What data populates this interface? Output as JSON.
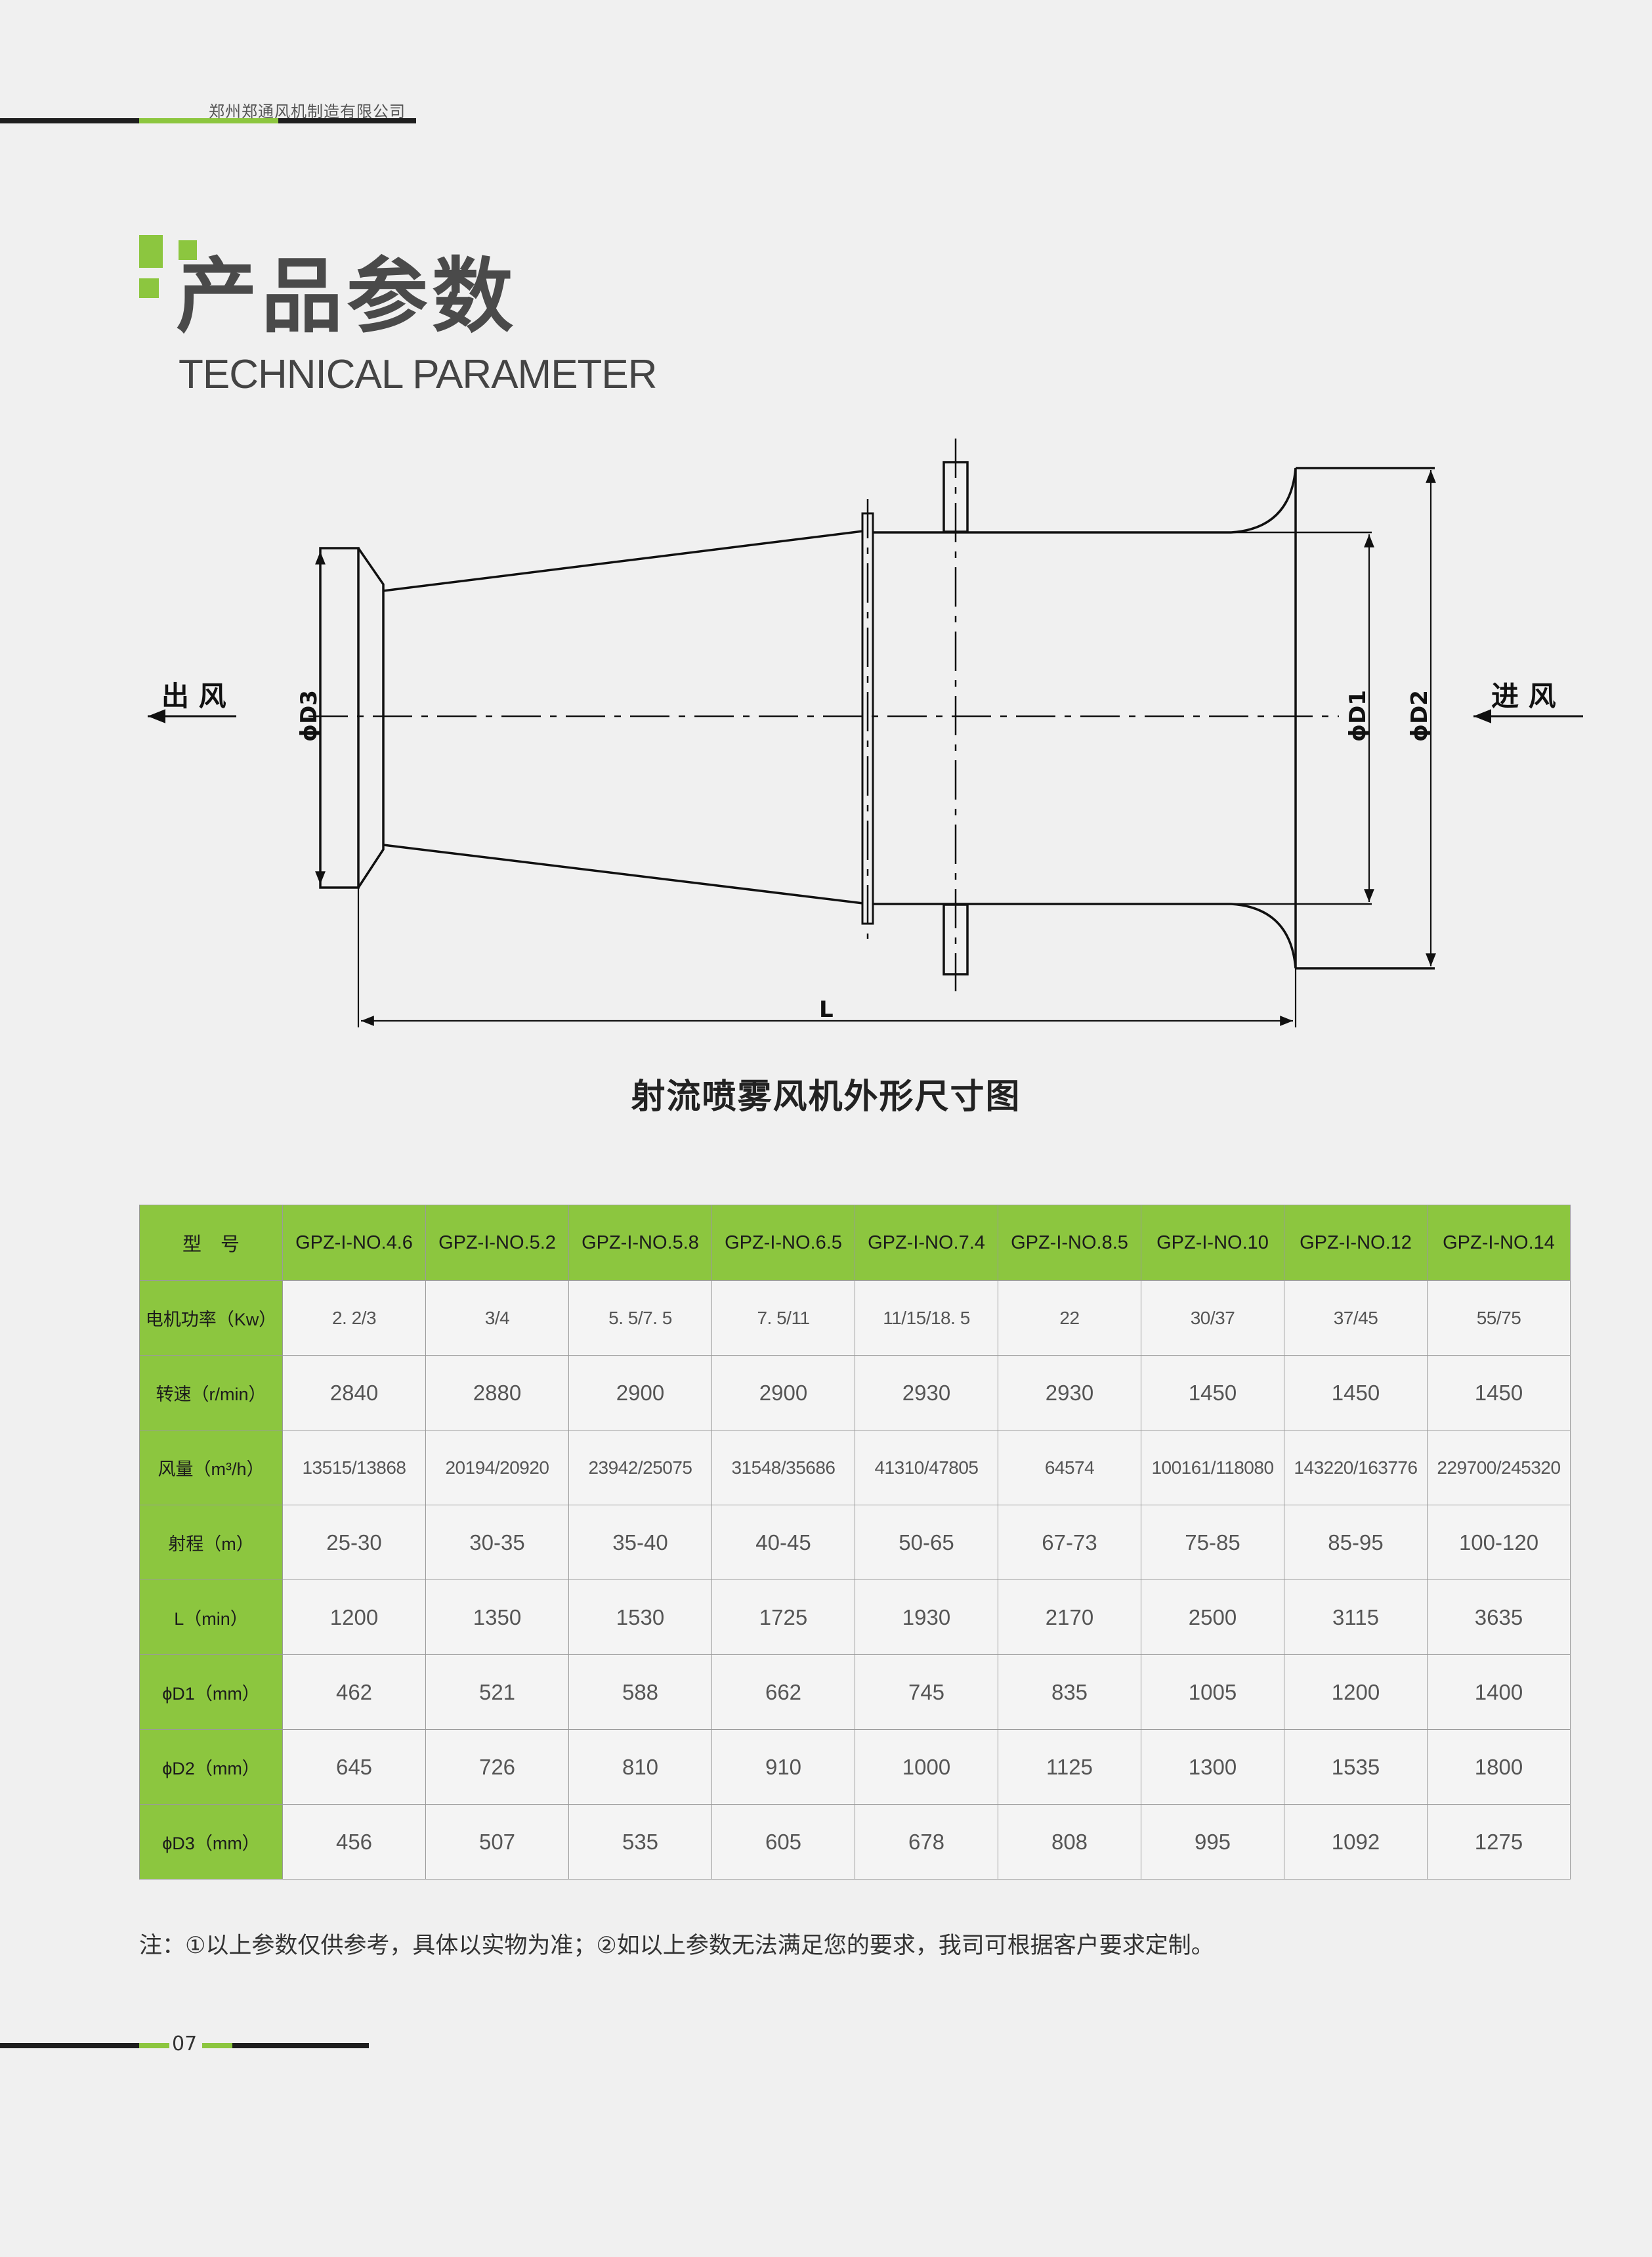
{
  "header": {
    "company": "郑州郑通风机制造有限公司"
  },
  "title": {
    "cn": "产品参数",
    "en": "TECHNICAL PARAMETER"
  },
  "drawing": {
    "outlet_label": "出 风",
    "inlet_label": "进 风",
    "d1_label": "ϕD1",
    "d2_label": "ϕD2",
    "d3_label": "ϕD3",
    "length_label": "L",
    "caption": "射流喷雾风机外形尺寸图"
  },
  "table": {
    "header_label": "型　号",
    "models": [
      "GPZ-I-NO.4.6",
      "GPZ-I-NO.5.2",
      "GPZ-I-NO.5.8",
      "GPZ-I-NO.6.5",
      "GPZ-I-NO.7.4",
      "GPZ-I-NO.8.5",
      "GPZ-I-NO.10",
      "GPZ-I-NO.12",
      "GPZ-I-NO.14"
    ],
    "rows": [
      {
        "label": "电机功率（Kw）",
        "values": [
          "2. 2/3",
          "3/4",
          "5. 5/7. 5",
          "7. 5/11",
          "11/15/18. 5",
          "22",
          "30/37",
          "37/45",
          "55/75"
        ]
      },
      {
        "label": "转速（r/min）",
        "values": [
          "2840",
          "2880",
          "2900",
          "2900",
          "2930",
          "2930",
          "1450",
          "1450",
          "1450"
        ]
      },
      {
        "label": "风量（m³/h）",
        "values": [
          "13515/13868",
          "20194/20920",
          "23942/25075",
          "31548/35686",
          "41310/47805",
          "64574",
          "100161/118080",
          "143220/163776",
          "229700/245320"
        ]
      },
      {
        "label": "射程（m）",
        "values": [
          "25-30",
          "30-35",
          "35-40",
          "40-45",
          "50-65",
          "67-73",
          "75-85",
          "85-95",
          "100-120"
        ]
      },
      {
        "label": "L（min）",
        "values": [
          "1200",
          "1350",
          "1530",
          "1725",
          "1930",
          "2170",
          "2500",
          "3115",
          "3635"
        ]
      },
      {
        "label": "ϕD1（mm）",
        "values": [
          "462",
          "521",
          "588",
          "662",
          "745",
          "835",
          "1005",
          "1200",
          "1400"
        ]
      },
      {
        "label": "ϕD2（mm）",
        "values": [
          "645",
          "726",
          "810",
          "910",
          "1000",
          "1125",
          "1300",
          "1535",
          "1800"
        ]
      },
      {
        "label": "ϕD3（mm）",
        "values": [
          "456",
          "507",
          "535",
          "605",
          "678",
          "808",
          "995",
          "1092",
          "1275"
        ]
      }
    ]
  },
  "note": "注：①以上参数仅供参考，具体以实物为准；②如以上参数无法满足您的要求，我司可根据客户要求定制。",
  "footer": {
    "page_number": "07"
  },
  "colors": {
    "accent": "#8cc63f",
    "dark_bar": "#1e1e1e"
  }
}
